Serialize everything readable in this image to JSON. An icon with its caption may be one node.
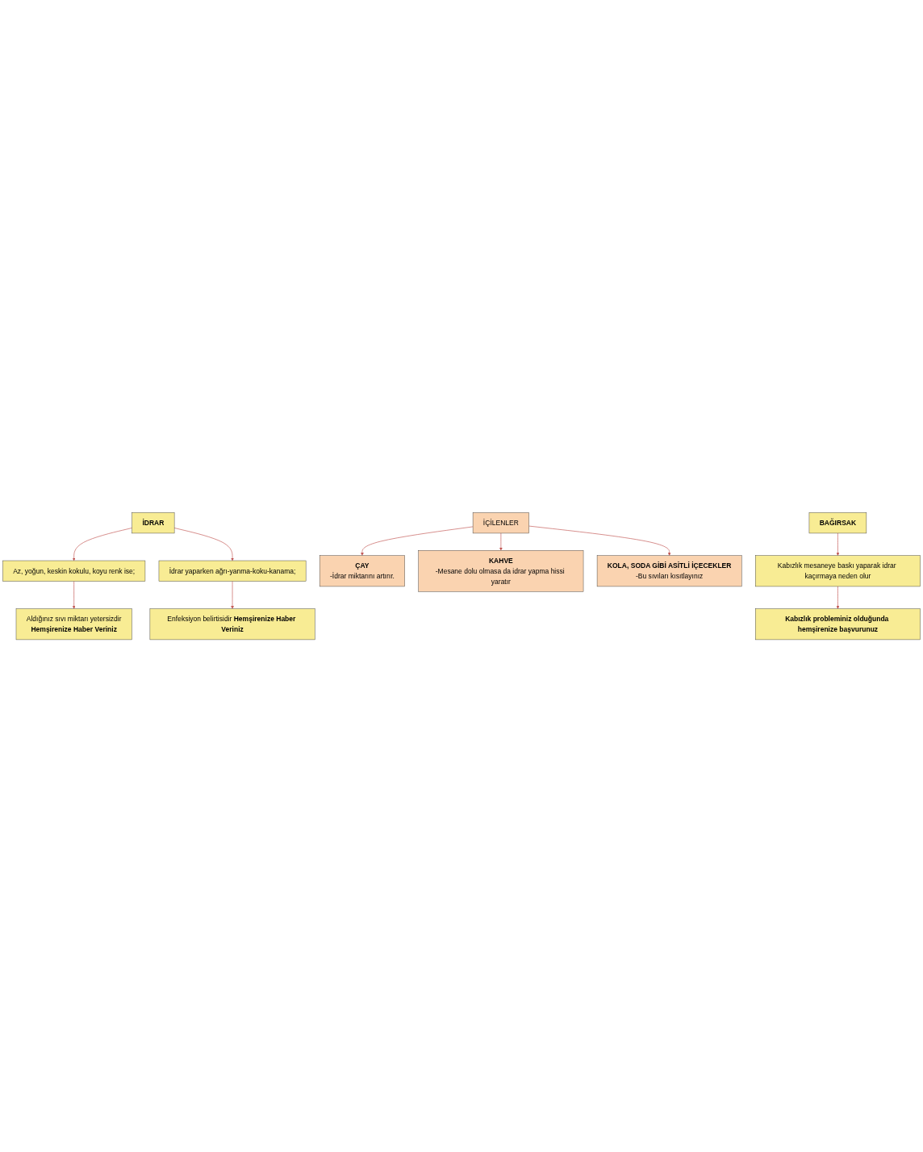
{
  "diagram": {
    "nodes": [
      {
        "text": [
          "İDRAR"
        ]
      },
      {
        "text": [
          "Az, yoğun, keskin kokulu, koyu renk ise;"
        ]
      },
      {
        "text": [
          "İdrar yaparken ağrı-yanma-koku-kanama;"
        ]
      },
      {
        "text": [
          "Aldığınız sıvı miktarı yetersizdir",
          "Hemşirenize Haber Veriniz"
        ]
      },
      {
        "text": [
          "Enfeksiyon belirtisidir **Hemşirenize Haber Veriniz**"
        ]
      },
      {
        "text": [
          "İÇİLENLER"
        ]
      },
      {
        "text": [
          "ÇAY",
          "-İdrar miktarını artırır."
        ]
      },
      {
        "text": [
          "KAHVE",
          "-Mesane dolu olmasa da idrar yapma hissi yaratır"
        ]
      },
      {
        "text": [
          "KOLA, SODA GİBİ ASİTLİ İÇECEKLER",
          "-Bu sıvıları kısıtlayınız"
        ]
      },
      {
        "text": [
          "BAĞIRSAK"
        ]
      },
      {
        "text": [
          "Kabızlık mesaneye baskı yaparak idrar kaçırmaya neden olur"
        ]
      },
      {
        "text": [
          "Kabızlık probleminiz olduğunda hemşirenize başvurunuz"
        ]
      }
    ],
    "edges": [
      {
        "from": 0,
        "to": 1,
        "arrow": "to"
      },
      {
        "from": 0,
        "to": 2,
        "arrow": "to"
      },
      {
        "from": 1,
        "to": 3,
        "arrow": "to"
      },
      {
        "from": 2,
        "to": 4,
        "arrow": "to"
      },
      {
        "from": 5,
        "to": 6,
        "arrow": "to"
      },
      {
        "from": 5,
        "to": 7,
        "arrow": "to"
      },
      {
        "from": 5,
        "to": 8,
        "arrow": "to"
      },
      {
        "from": 9,
        "to": 10,
        "arrow": "to"
      },
      {
        "from": 10,
        "to": 11,
        "arrow": "to"
      }
    ]
  }
}
